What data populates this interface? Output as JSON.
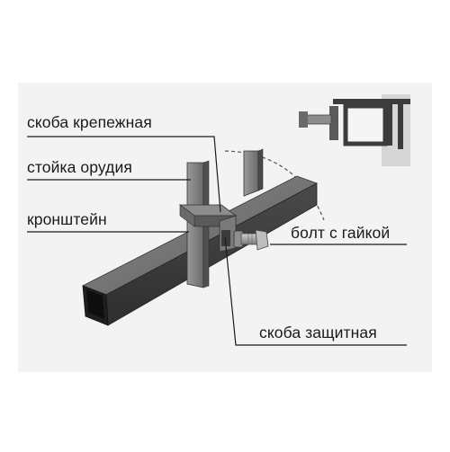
{
  "labels": {
    "mounting_bracket": "скоба крепежная",
    "implement_post": "стойка орудия",
    "bracket": "кронштейн",
    "bolt_with_nut": "болт с гайкой",
    "protective_bracket": "скоба защитная"
  },
  "colors": {
    "background_band": "#f3f3f3",
    "metal_dark": "#3f3f3f",
    "metal_mid": "#6e6e6e",
    "metal_light": "#a9a9a9",
    "leader_line": "#1a1a1a",
    "arc": "#555555"
  }
}
